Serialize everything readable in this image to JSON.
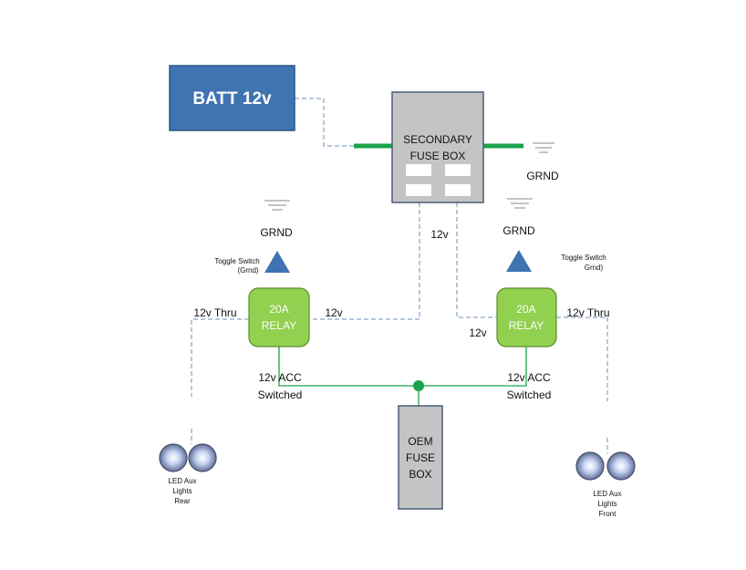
{
  "battery": {
    "label": "BATT 12v"
  },
  "secondary_fuse_box": {
    "line1": "SECONDARY",
    "line2": "FUSE BOX"
  },
  "grounds": {
    "top_right": "GRND",
    "left": "GRND",
    "right": "GRND"
  },
  "toggle_switches": {
    "left": {
      "line1": "Toggle Switch",
      "line2": "(Grnd)"
    },
    "right": {
      "line1": "Toggle Switch",
      "line2": "Grnd)"
    }
  },
  "relays": {
    "left": {
      "line1": "20A",
      "line2": "RELAY"
    },
    "right": {
      "line1": "20A",
      "line2": "RELAY"
    }
  },
  "wire_labels": {
    "left_thru": "12v Thru",
    "left_12v": "12v",
    "fuse_12v": "12v",
    "right_12v": "12v",
    "right_thru": "12v Thru",
    "left_acc_1": "12v ACC",
    "left_acc_2": "Switched",
    "right_acc_1": "12v ACC",
    "right_acc_2": "Switched"
  },
  "oem_fuse_box": {
    "line1": "OEM",
    "line2": "FUSE",
    "line3": "BOX"
  },
  "led_lights": {
    "rear": {
      "line1": "LED Aux",
      "line2": "Lights",
      "line3": "Rear"
    },
    "front": {
      "line1": "LED Aux",
      "line2": "Lights",
      "line3": "Front"
    }
  },
  "colors": {
    "battery_fill": "#3f73b2",
    "fuse_box_fill": "#c4c4c4",
    "relay_fill": "#92d050",
    "wire_dashed": "#6f8fb5",
    "wire_green": "#1aa34a",
    "switch_fill": "#3f73b2"
  }
}
